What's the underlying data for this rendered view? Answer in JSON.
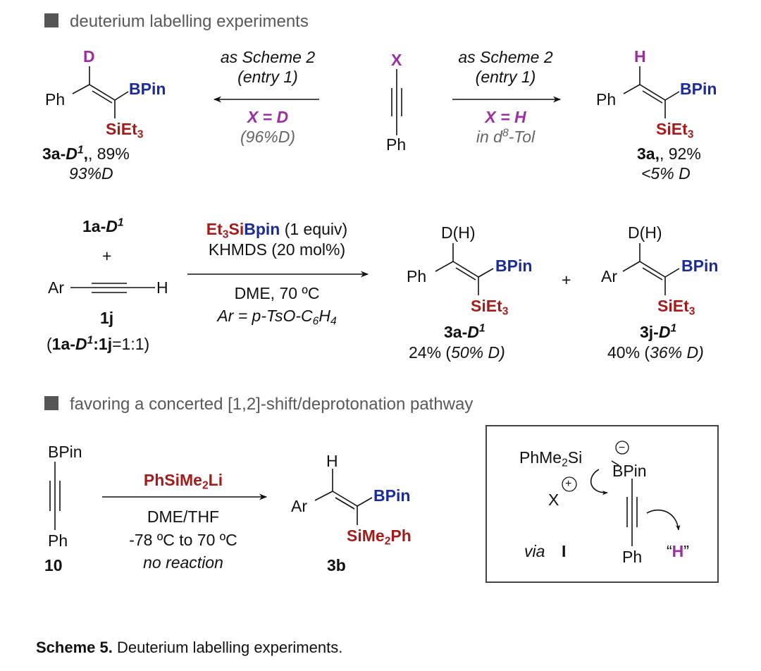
{
  "sections": {
    "deuterium": "deuterium labelling experiments",
    "concerted": "favoring a concerted [1,2]-shift/deprotonation pathway"
  },
  "colors": {
    "purple": "#9b2ea0",
    "blue": "#1a2c9a",
    "red": "#a31c1c",
    "gray": "#666666"
  },
  "row1": {
    "left_product": {
      "substituent": "D",
      "aryl": "Ph",
      "boron": "BPin",
      "silyl": "SiEt",
      "silyl_sub": "3",
      "label": "3a-",
      "label_d": "D",
      "label_sup": "1",
      "yield": ", 89%",
      "dlevel": "93%D"
    },
    "left_arrow": {
      "line1": "as Scheme 2",
      "line2": "(entry 1)",
      "x_eq": "X = D",
      "note": "(96%D)"
    },
    "substrate": {
      "x": "X",
      "ph": "Ph"
    },
    "right_arrow": {
      "line1": "as Scheme 2",
      "line2": "(entry 1)",
      "x_eq": "X = H",
      "note_pre": "in d",
      "note_sup": "8",
      "note_post": "-Tol"
    },
    "right_product": {
      "substituent": "H",
      "aryl": "Ph",
      "boron": "BPin",
      "silyl": "SiEt",
      "silyl_sub": "3",
      "label": "3a",
      "yield": ", 92%",
      "dlevel": "<5% D"
    }
  },
  "row2": {
    "reactant1": {
      "label": "1a-",
      "label_d": "D",
      "label_sup": "1"
    },
    "plus": "+",
    "reactant2": {
      "ar": "Ar",
      "h": "H",
      "label": "1j"
    },
    "ratio": {
      "open": "(",
      "a": "1a-",
      "d": "D",
      "sup": "1",
      "colon_j": ":1j",
      "rest": "=1:1)"
    },
    "conditions": {
      "reagent_et": "Et",
      "reagent_sub": "3",
      "reagent_si": "Si",
      "reagent_bpin": "Bpin",
      "reagent_amt": " (1 equiv)",
      "base": "KHMDS (20 mol%)",
      "solvent": "DME, 70 ºC",
      "ar_def": "Ar = p-TsO-C",
      "ar_sub1": "6",
      "ar_h": "H",
      "ar_sub2": "4"
    },
    "product1": {
      "sub": "D(H)",
      "aryl": "Ph",
      "boron": "BPin",
      "silyl": "SiEt",
      "silyl_sub": "3",
      "label": "3a-",
      "label_d": "D",
      "label_sup": "1",
      "yield": "24% (",
      "dlevel": "50% D)"
    },
    "product2": {
      "sub": "D(H)",
      "aryl": "Ar",
      "boron": "BPin",
      "silyl": "SiEt",
      "silyl_sub": "3",
      "label": "3j-",
      "label_d": "D",
      "label_sup": "1",
      "yield": "40% (",
      "dlevel": "36% D)"
    }
  },
  "row3": {
    "substrate": {
      "top": "BPin",
      "bottom": "Ph",
      "label": "10"
    },
    "conditions": {
      "reagent": "PhSiMe",
      "reagent_sub": "2",
      "reagent_end": "Li",
      "solvent": "DME/THF",
      "temp": "-78 ºC to 70 ºC",
      "result": "no reaction"
    },
    "product": {
      "sub": "H",
      "aryl": "Ar",
      "boron": "BPin",
      "silyl": "SiMe",
      "silyl_sub": "2",
      "silyl_end": "Ph",
      "label": "3b"
    },
    "intermediate": {
      "silyl": "PhMe",
      "silyl_sub": "2",
      "silyl_end": "Si",
      "boron": "BPin",
      "minus": "−",
      "cation": "X",
      "plus": "+",
      "ph": "Ph",
      "h": "H",
      "quote_open": "“",
      "quote_close": "”",
      "via": "via",
      "label": "I"
    }
  },
  "caption": {
    "bold": "Scheme 5.",
    "text": " Deuterium labelling experiments."
  }
}
